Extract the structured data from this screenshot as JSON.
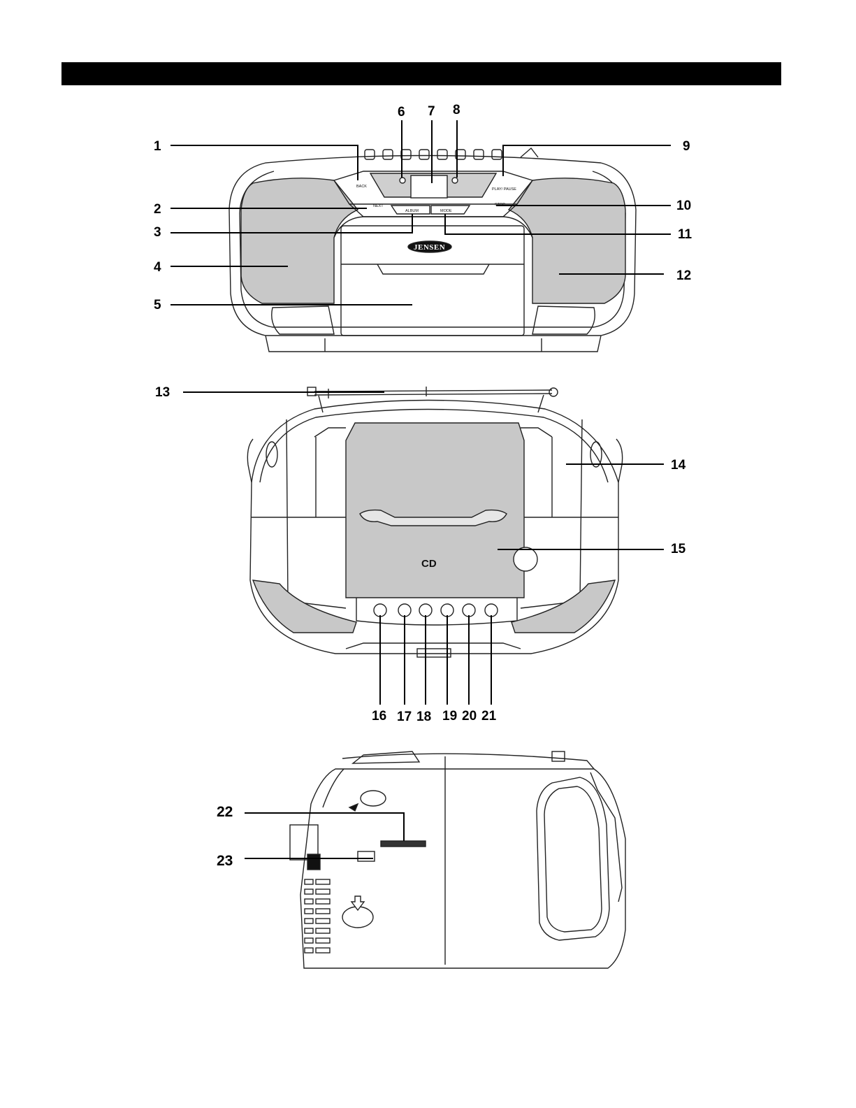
{
  "labels": [
    "1",
    "2",
    "3",
    "4",
    "5",
    "6",
    "7",
    "8",
    "9",
    "10",
    "11",
    "12",
    "13",
    "14",
    "15",
    "16",
    "17",
    "18",
    "19",
    "20",
    "21",
    "22",
    "23"
  ],
  "front_panel": {
    "back": "BACK",
    "next": "NEXT",
    "play_pause": "PLAY/ PAUSE",
    "stop": "STOP",
    "album": "ALBUM",
    "mode": "MODE",
    "brand": "JENSEN"
  },
  "top_view": {
    "disc_mark": "CD"
  }
}
